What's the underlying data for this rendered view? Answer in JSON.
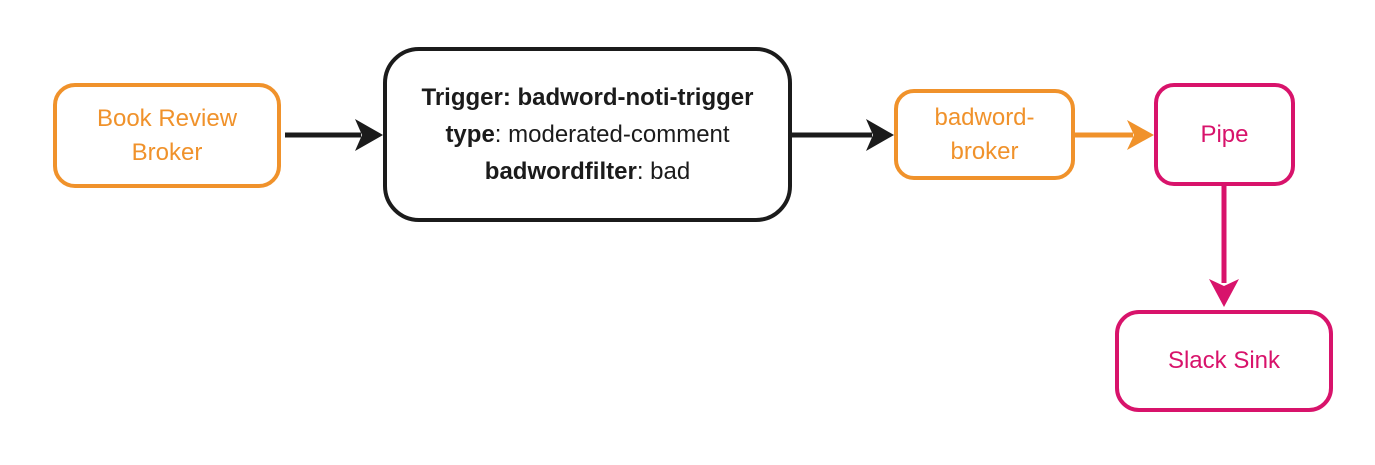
{
  "diagram": {
    "type": "event-flow",
    "colors": {
      "orange": "#F0922B",
      "pink": "#D8136B",
      "black": "#1b1b1b"
    },
    "nodes": {
      "book_review_broker": {
        "label": "Book Review Broker",
        "color": "orange",
        "shape": "rounded-rect"
      },
      "trigger": {
        "color": "black",
        "shape": "rounded-rect",
        "line1_bold": "Trigger: badword-noti-trigger",
        "line2_key": "type",
        "line2_rest": ": moderated-comment",
        "line3_key": "badwordfilter",
        "line3_rest": ": bad"
      },
      "badword_broker": {
        "label": "badword-broker",
        "color": "orange",
        "shape": "rounded-rect"
      },
      "pipe": {
        "label": "Pipe",
        "color": "pink",
        "shape": "rounded-rect"
      },
      "slack_sink": {
        "label": "Slack Sink",
        "color": "pink",
        "shape": "rounded-rect"
      }
    },
    "edges": [
      {
        "from": "book_review_broker",
        "to": "trigger",
        "color": "black",
        "direction": "right"
      },
      {
        "from": "trigger",
        "to": "badword_broker",
        "color": "black",
        "direction": "right"
      },
      {
        "from": "badword_broker",
        "to": "pipe",
        "color": "orange",
        "direction": "right"
      },
      {
        "from": "pipe",
        "to": "slack_sink",
        "color": "pink",
        "direction": "down"
      }
    ]
  }
}
